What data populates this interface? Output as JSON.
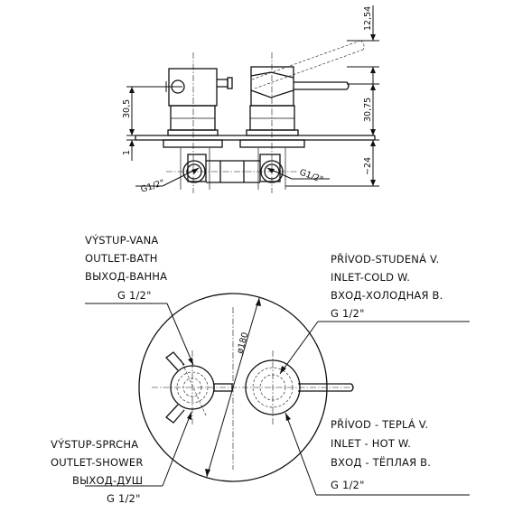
{
  "side_view": {
    "dim_top": "12,54",
    "dim_left": "30,5",
    "dim_right": "30,75",
    "dim_one": "1",
    "dim_bottom": "~24",
    "thread_left": "G1/2\"",
    "thread_right": "G1/2\""
  },
  "plan_view": {
    "diameter": "ø180",
    "outlet_bath": {
      "lines": [
        "VÝSTUP-VANA",
        "OUTLET-BATH",
        "ВЫХОД-ВАННА",
        "G 1/2\""
      ]
    },
    "inlet_cold": {
      "lines": [
        "PŘÍVOD-STUDENÁ V.",
        "INLET-COLD W.",
        "ВХОД-ХОЛОДНАЯ В.",
        "G 1/2\""
      ]
    },
    "outlet_shower": {
      "lines": [
        "VÝSTUP-SPRCHA",
        "OUTLET-SHOWER",
        "ВЫХОД-ДУШ",
        "G 1/2\""
      ]
    },
    "inlet_hot": {
      "lines": [
        "PŘÍVOD - TEPLÁ V.",
        "INLET - HOT W.",
        "ВХОД - ТЁПЛАЯ В.",
        "G 1/2\""
      ]
    }
  }
}
